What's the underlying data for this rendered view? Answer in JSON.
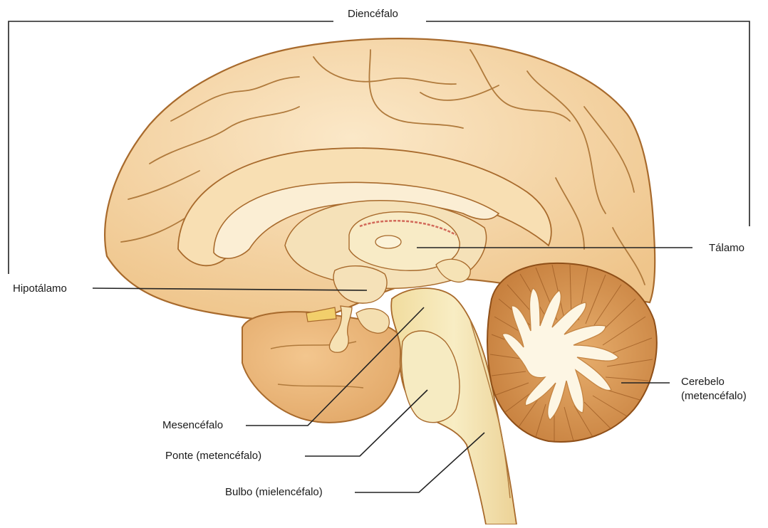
{
  "labels": {
    "diencefalo": "Diencéfalo",
    "talamo": "Tálamo",
    "hipotalamo": "Hipotálamo",
    "cerebelo_line1": "Cerebelo",
    "cerebelo_line2": "(metencéfalo)",
    "mesencefalo": "Mesencéfalo",
    "ponte": "Ponte (metencéfalo)",
    "bulbo": "Bulbo (mielencéfalo)"
  },
  "colors": {
    "cortex_fill": "#f6d7a6",
    "cortex_stroke": "#a86a2c",
    "inner_fill": "#f9e8c6",
    "brainstem_fill": "#f5e7b2",
    "cerebellum_fill": "#d99a58",
    "cerebellum_stroke": "#8f4f18",
    "arbor_fill": "#fdf6e4",
    "leader_line": "#222222"
  }
}
